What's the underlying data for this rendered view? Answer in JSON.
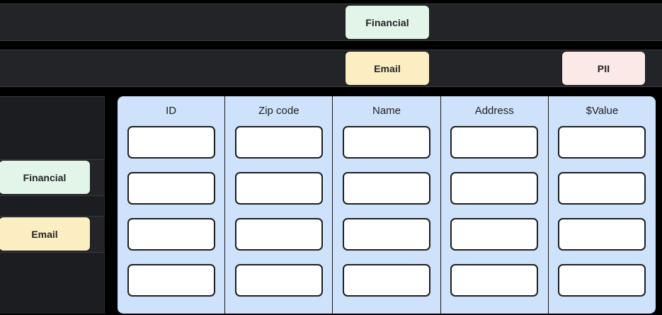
{
  "colors": {
    "page_background": "#000000",
    "bar_background": "#232427",
    "bar_border": "#3a3b3e",
    "sidebar_background": "#1c1d20",
    "column_background": "#cfe2fb",
    "cell_background": "#ffffff",
    "cell_border": "#1e1f22",
    "chip_financial": "#e3f4e8",
    "chip_email": "#fceec3",
    "chip_pii": "#fbe9e7",
    "chip_text": "#222326",
    "header_text": "#1e1f22"
  },
  "top_bars": [
    {
      "name": "bar-row-1",
      "chips": [
        {
          "label": "Financial",
          "color": "#e3f4e8",
          "key": "financial"
        }
      ]
    },
    {
      "name": "bar-row-2",
      "chips": [
        {
          "label": "Email",
          "color": "#fceec3",
          "key": "email"
        },
        {
          "label": "PII",
          "color": "#fbe9e7",
          "key": "pii"
        }
      ]
    }
  ],
  "sidebar": {
    "items": [
      {
        "label": "Financial",
        "color": "#e3f4e8",
        "key": "financial"
      },
      {
        "label": "Email",
        "color": "#fceec3",
        "key": "email"
      }
    ]
  },
  "table": {
    "row_count": 4,
    "columns": [
      {
        "header": "ID",
        "key": "id",
        "cells": [
          "",
          "",
          "",
          ""
        ]
      },
      {
        "header": "Zip code",
        "key": "zip-code",
        "cells": [
          "",
          "",
          "",
          ""
        ]
      },
      {
        "header": "Name",
        "key": "name",
        "cells": [
          "",
          "",
          "",
          ""
        ]
      },
      {
        "header": "Address",
        "key": "address",
        "cells": [
          "",
          "",
          "",
          ""
        ]
      },
      {
        "header": "$Value",
        "key": "value",
        "cells": [
          "",
          "",
          "",
          ""
        ]
      }
    ]
  }
}
